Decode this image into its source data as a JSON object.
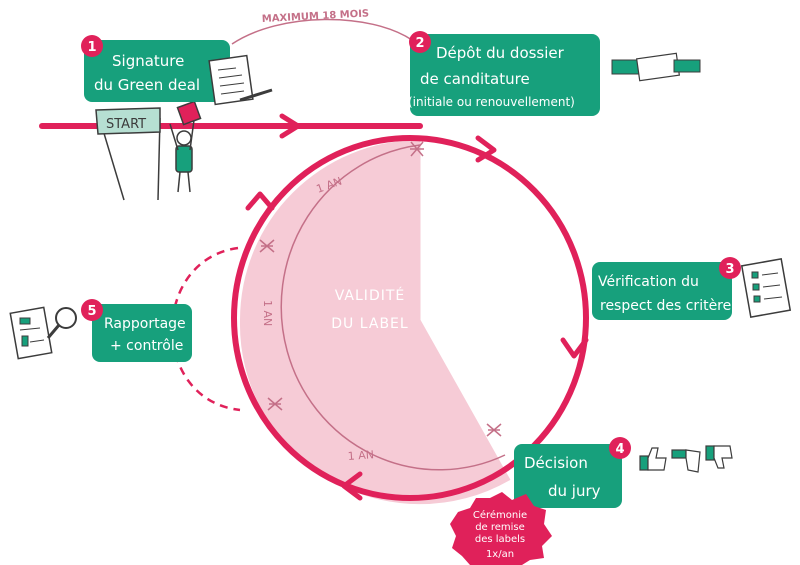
{
  "colors": {
    "teal": "#17a07c",
    "teal_dark": "#11765c",
    "crimson": "#e0215a",
    "pink_fill": "#f6cbd6",
    "pink_line": "#c47088",
    "text_dark": "#3c3c3c"
  },
  "top_label": "MAXIMUM 18 MOIS",
  "start_label": "START",
  "center": {
    "line1": "VALIDITÉ",
    "line2": "DU LABEL"
  },
  "year_label": "1 AN",
  "steps": [
    {
      "number": "1",
      "line1": "Signature",
      "line2": "du Green deal",
      "line3": ""
    },
    {
      "number": "2",
      "line1": "Dépôt du dossier",
      "line2": "de canditature",
      "line3": "(initiale ou renouvellement)"
    },
    {
      "number": "3",
      "line1": "Vérification du",
      "line2": "respect des critères",
      "line3": ""
    },
    {
      "number": "4",
      "line1": "Décision",
      "line2": "du jury",
      "line3": ""
    },
    {
      "number": "5",
      "line1": "Rapportage",
      "line2": "+ contrôle",
      "line3": ""
    }
  ],
  "ceremony": {
    "line1": "Cérémonie",
    "line2": "de remise",
    "line3": "des labels",
    "line4": "1x/an"
  },
  "icons": [
    "green-deal-document-icon",
    "person-with-pen-icon",
    "handover-document-icon",
    "checklist-clipboard-icon",
    "thumbs-icons",
    "report-magnifier-icon"
  ]
}
